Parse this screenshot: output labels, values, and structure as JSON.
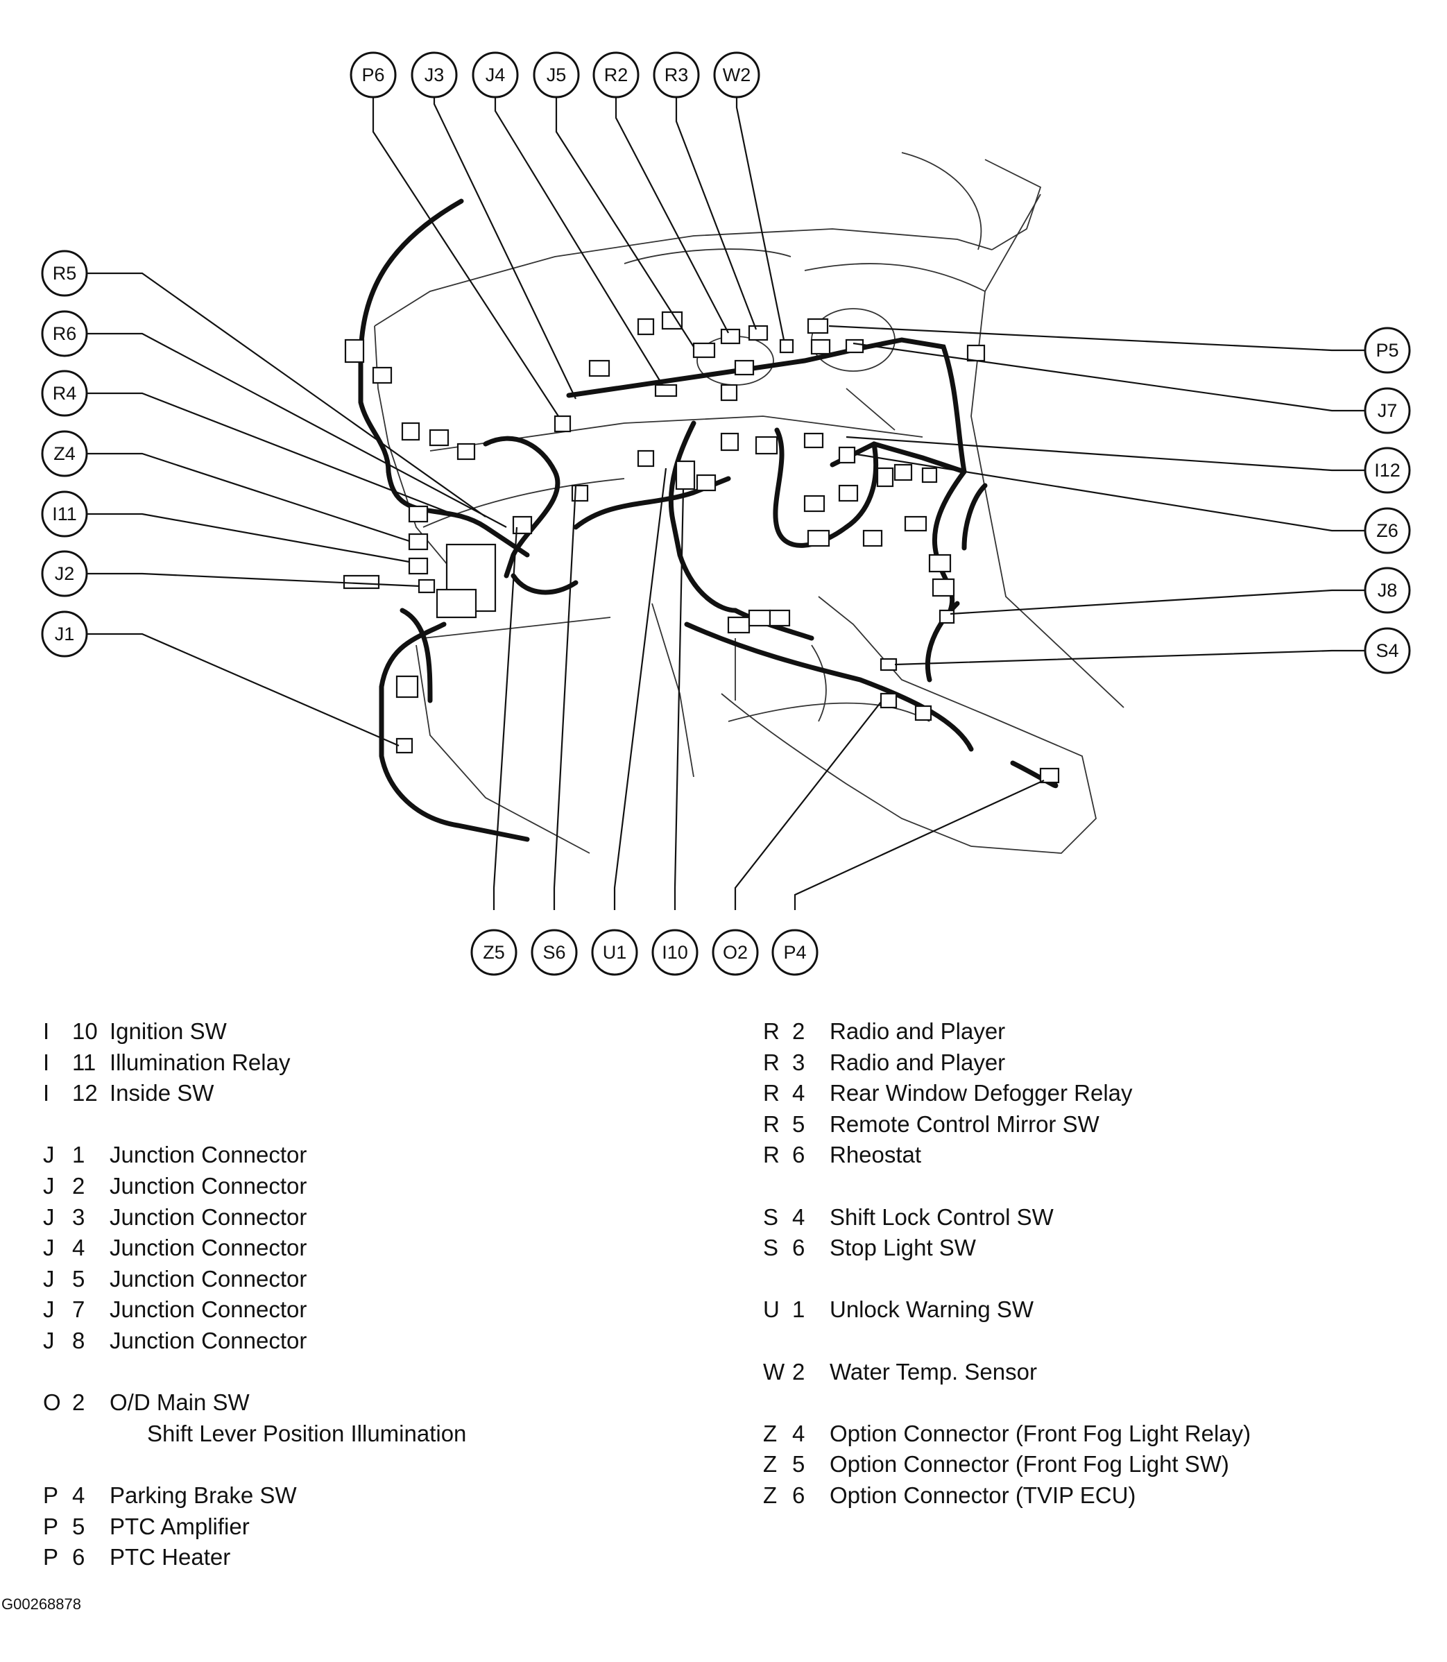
{
  "callouts": {
    "top": [
      "P6",
      "J3",
      "J4",
      "J5",
      "R2",
      "R3",
      "W2"
    ],
    "left": [
      "R5",
      "R6",
      "R4",
      "Z4",
      "I11",
      "J2",
      "J1"
    ],
    "right": [
      "P5",
      "J7",
      "I12",
      "Z6",
      "J8",
      "S4"
    ],
    "bottom": [
      "Z5",
      "S6",
      "U1",
      "I10",
      "O2",
      "P4"
    ]
  },
  "legend": {
    "left": [
      {
        "letter": "I",
        "num": "10",
        "name": "Ignition SW"
      },
      {
        "letter": "I",
        "num": "11",
        "name": "Illumination Relay"
      },
      {
        "letter": "I",
        "num": "12",
        "name": "Inside SW"
      },
      {
        "gap": true
      },
      {
        "letter": "J",
        "num": "1",
        "name": "Junction Connector"
      },
      {
        "letter": "J",
        "num": "2",
        "name": "Junction Connector"
      },
      {
        "letter": "J",
        "num": "3",
        "name": "Junction Connector"
      },
      {
        "letter": "J",
        "num": "4",
        "name": "Junction Connector"
      },
      {
        "letter": "J",
        "num": "5",
        "name": "Junction Connector"
      },
      {
        "letter": "J",
        "num": "7",
        "name": "Junction Connector"
      },
      {
        "letter": "J",
        "num": "8",
        "name": "Junction Connector"
      },
      {
        "gap": true
      },
      {
        "letter": "O",
        "num": "2",
        "name": "O/D Main SW"
      },
      {
        "cont": "Shift Lever Position Illumination"
      },
      {
        "gap": true
      },
      {
        "letter": "P",
        "num": "4",
        "name": "Parking Brake SW"
      },
      {
        "letter": "P",
        "num": "5",
        "name": "PTC Amplifier"
      },
      {
        "letter": "P",
        "num": "6",
        "name": "PTC Heater"
      }
    ],
    "right": [
      {
        "letter": "R",
        "num": "2",
        "name": "Radio and Player"
      },
      {
        "letter": "R",
        "num": "3",
        "name": "Radio and Player"
      },
      {
        "letter": "R",
        "num": "4",
        "name": "Rear Window Defogger Relay"
      },
      {
        "letter": "R",
        "num": "5",
        "name": "Remote Control Mirror SW"
      },
      {
        "letter": "R",
        "num": "6",
        "name": "Rheostat"
      },
      {
        "gap": true
      },
      {
        "letter": "S",
        "num": "4",
        "name": "Shift Lock Control SW"
      },
      {
        "letter": "S",
        "num": "6",
        "name": "Stop Light SW"
      },
      {
        "gap": true
      },
      {
        "letter": "U",
        "num": "1",
        "name": "Unlock Warning SW"
      },
      {
        "gap": true
      },
      {
        "letter": "W",
        "num": "2",
        "name": "Water Temp. Sensor"
      },
      {
        "gap": true
      },
      {
        "letter": "Z",
        "num": "4",
        "name": "Option Connector (Front Fog Light Relay)"
      },
      {
        "letter": "Z",
        "num": "5",
        "name": "Option Connector (Front Fog Light SW)"
      },
      {
        "letter": "Z",
        "num": "6",
        "name": "Option Connector (TVIP ECU)"
      }
    ]
  },
  "document_code": "G00268878"
}
